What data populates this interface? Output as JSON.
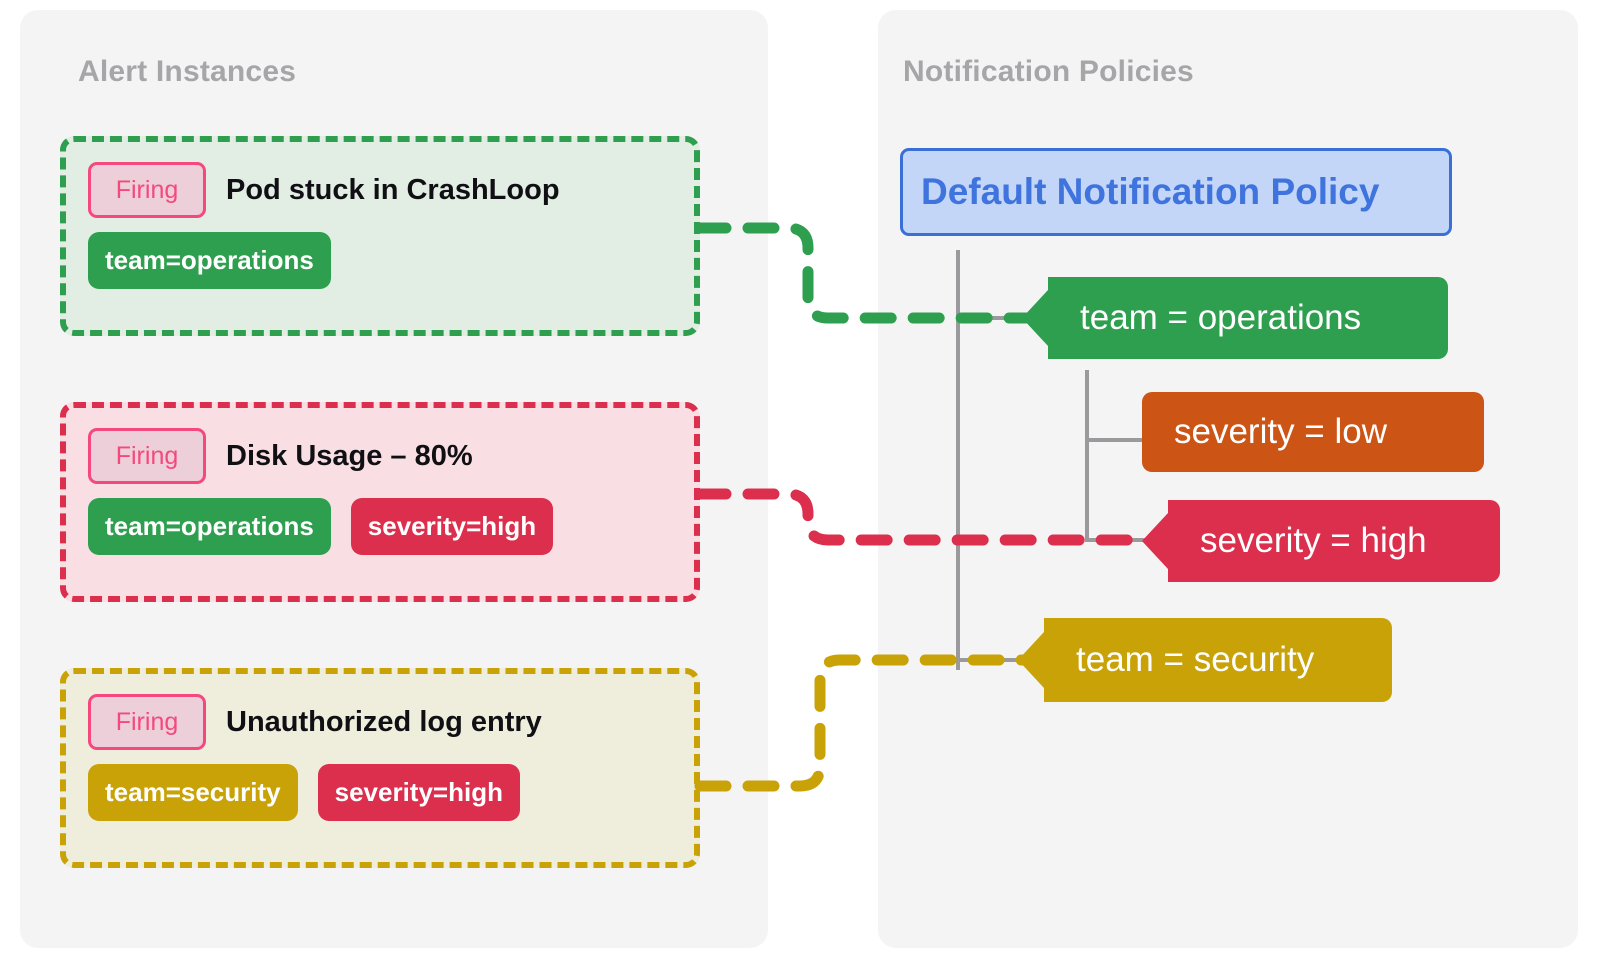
{
  "panels": {
    "alerts": {
      "title": "Alert Instances"
    },
    "policies": {
      "title": "Notification Policies"
    }
  },
  "alert_instances": [
    {
      "state": "Firing",
      "title": "Pod stuck in CrashLoop",
      "accent": "#2e9e4f",
      "fill": "#e2eee4",
      "labels": [
        {
          "text": "team=operations",
          "color": "#2e9e4f"
        }
      ]
    },
    {
      "state": "Firing",
      "title": "Disk Usage – 80%",
      "accent": "#dc2f4e",
      "fill": "#f9dfe4",
      "labels": [
        {
          "text": "team=operations",
          "color": "#2e9e4f"
        },
        {
          "text": "severity=high",
          "color": "#dc2f4e"
        }
      ]
    },
    {
      "state": "Firing",
      "title": "Unauthorized log entry",
      "accent": "#c9a207",
      "fill": "#efeddc",
      "labels": [
        {
          "text": "team=security",
          "color": "#c9a207"
        },
        {
          "text": "severity=high",
          "color": "#dc2f4e"
        }
      ]
    }
  ],
  "notification_policies": {
    "root": {
      "label": "Default Notification Policy",
      "color": "#3f74de",
      "fill": "#c3d6f7"
    },
    "children": [
      {
        "label": "team = operations",
        "color": "#2e9e4f",
        "matched": true
      },
      {
        "label": "severity = low",
        "color": "#cc5414",
        "matched": false
      },
      {
        "label": "severity = high",
        "color": "#dc2f4e",
        "matched": true
      },
      {
        "label": "team = security",
        "color": "#c9a207",
        "matched": true
      }
    ]
  },
  "connections": [
    {
      "from": "Pod stuck in CrashLoop",
      "to": "team = operations",
      "color": "#2e9e4f"
    },
    {
      "from": "Disk Usage – 80%",
      "to": "severity = high",
      "color": "#dc2f4e"
    },
    {
      "from": "Unauthorized log entry",
      "to": "team = security",
      "color": "#c9a207"
    }
  ],
  "badge_label": "Firing"
}
